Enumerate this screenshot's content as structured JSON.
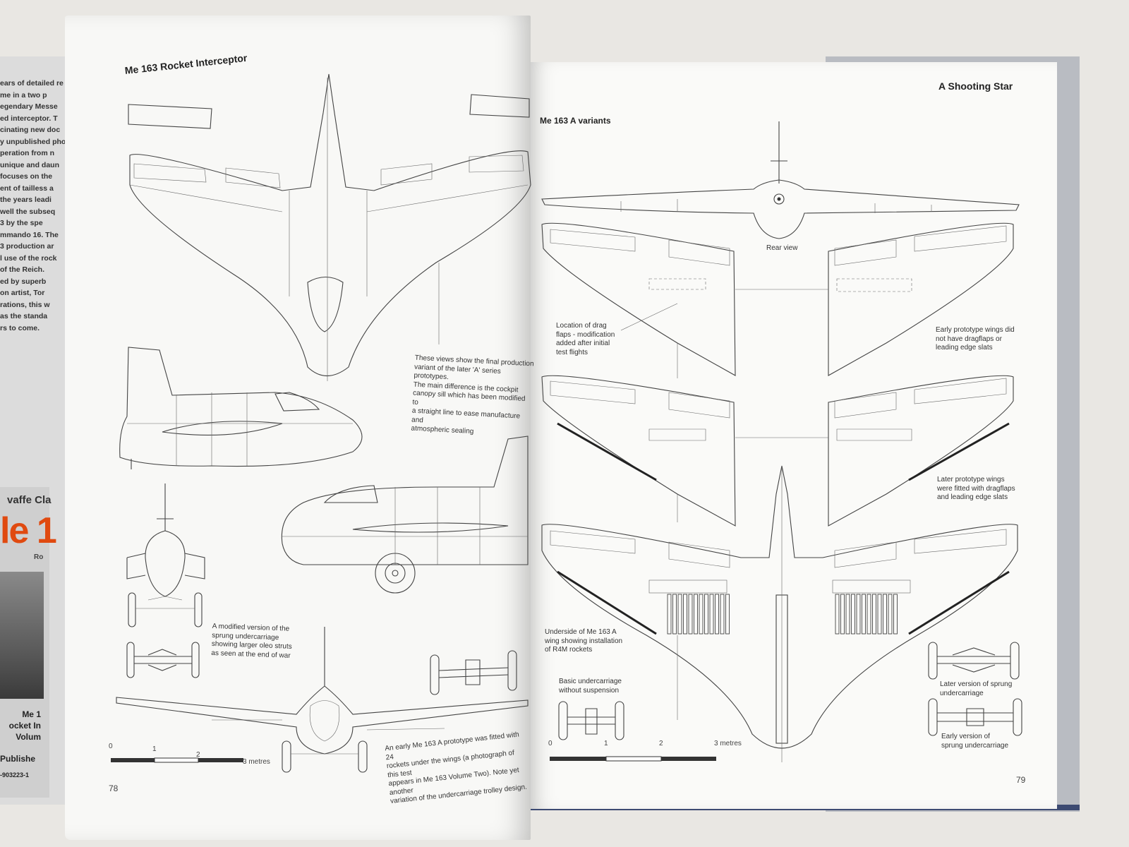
{
  "background_book": {
    "blurb_lines": [
      "ears of detailed re",
      "me in a two p",
      "egendary Messe",
      "ed interceptor. T",
      "cinating new doc",
      "y unpublished pho",
      "peration from n",
      "unique and daun",
      "focuses on the",
      "ent of tailless a",
      "the years leadi",
      "well the subseq",
      "3 by the spe",
      "mmando 16. The",
      "3 production ar",
      "l use of the rock",
      "of the Reich.",
      "ed by superb",
      "on artist, Tor",
      "rations, this w",
      "as the standa",
      "rs to come."
    ],
    "series_fragment": "vaffe Cla",
    "big_title_fragment": "le 1",
    "author_fragment": "Ro",
    "cover_title_lines": [
      "Me 1",
      "ocket In",
      "Volum"
    ],
    "publisher_fragment": "Publishe",
    "isbn_fragment": "-903223-1"
  },
  "left_page": {
    "heading": "Me 163 Rocket Interceptor",
    "page_number": "78",
    "caption_production": "These views show the final production\nvariant of the later 'A' series prototypes.\nThe main difference is the cockpit\ncanopy sill which has been modified to\na straight line to ease manufacture and\natmospheric sealing",
    "caption_oleo": "A modified version of the\nsprung undercarriage\nshowing larger oleo struts\nas seen at the end of war",
    "caption_rockets": "An early Me 163 A prototype was fitted with 24\nrockets under the wings (a photograph of this test\nappears in Me 163 Volume Two). Note yet another\nvariation of the undercarriage trolley design.",
    "scale": {
      "labels": [
        "0",
        "1",
        "2",
        "3 metres"
      ]
    }
  },
  "right_page": {
    "heading": "A Shooting Star",
    "subheading": "Me 163 A variants",
    "page_number": "79",
    "caption_rear": "Rear view",
    "caption_dragflaps": "Location of drag\nflaps - modification\nadded after initial\ntest flights",
    "caption_early_wings": "Early prototype wings did\nnot have dragflaps or\nleading edge slats",
    "caption_later_wings": "Later prototype wings\nwere fitted with dragflaps\nand leading edge slats",
    "caption_underside": "Underside of Me 163 A\nwing showing installation\nof R4M rockets",
    "caption_basic_uc": "Basic undercarriage\nwithout suspension",
    "caption_later_sprung": "Later version of sprung\nundercarriage",
    "caption_early_sprung": "Early version of\nsprung undercarriage",
    "scale": {
      "labels": [
        "0",
        "1",
        "2",
        "3 metres"
      ]
    }
  },
  "colors": {
    "page": "#f8f8f6",
    "line": "#444444",
    "board": "#b9bcc2",
    "board_edge": "#3c4a72",
    "accent_orange": "#e04a10"
  }
}
